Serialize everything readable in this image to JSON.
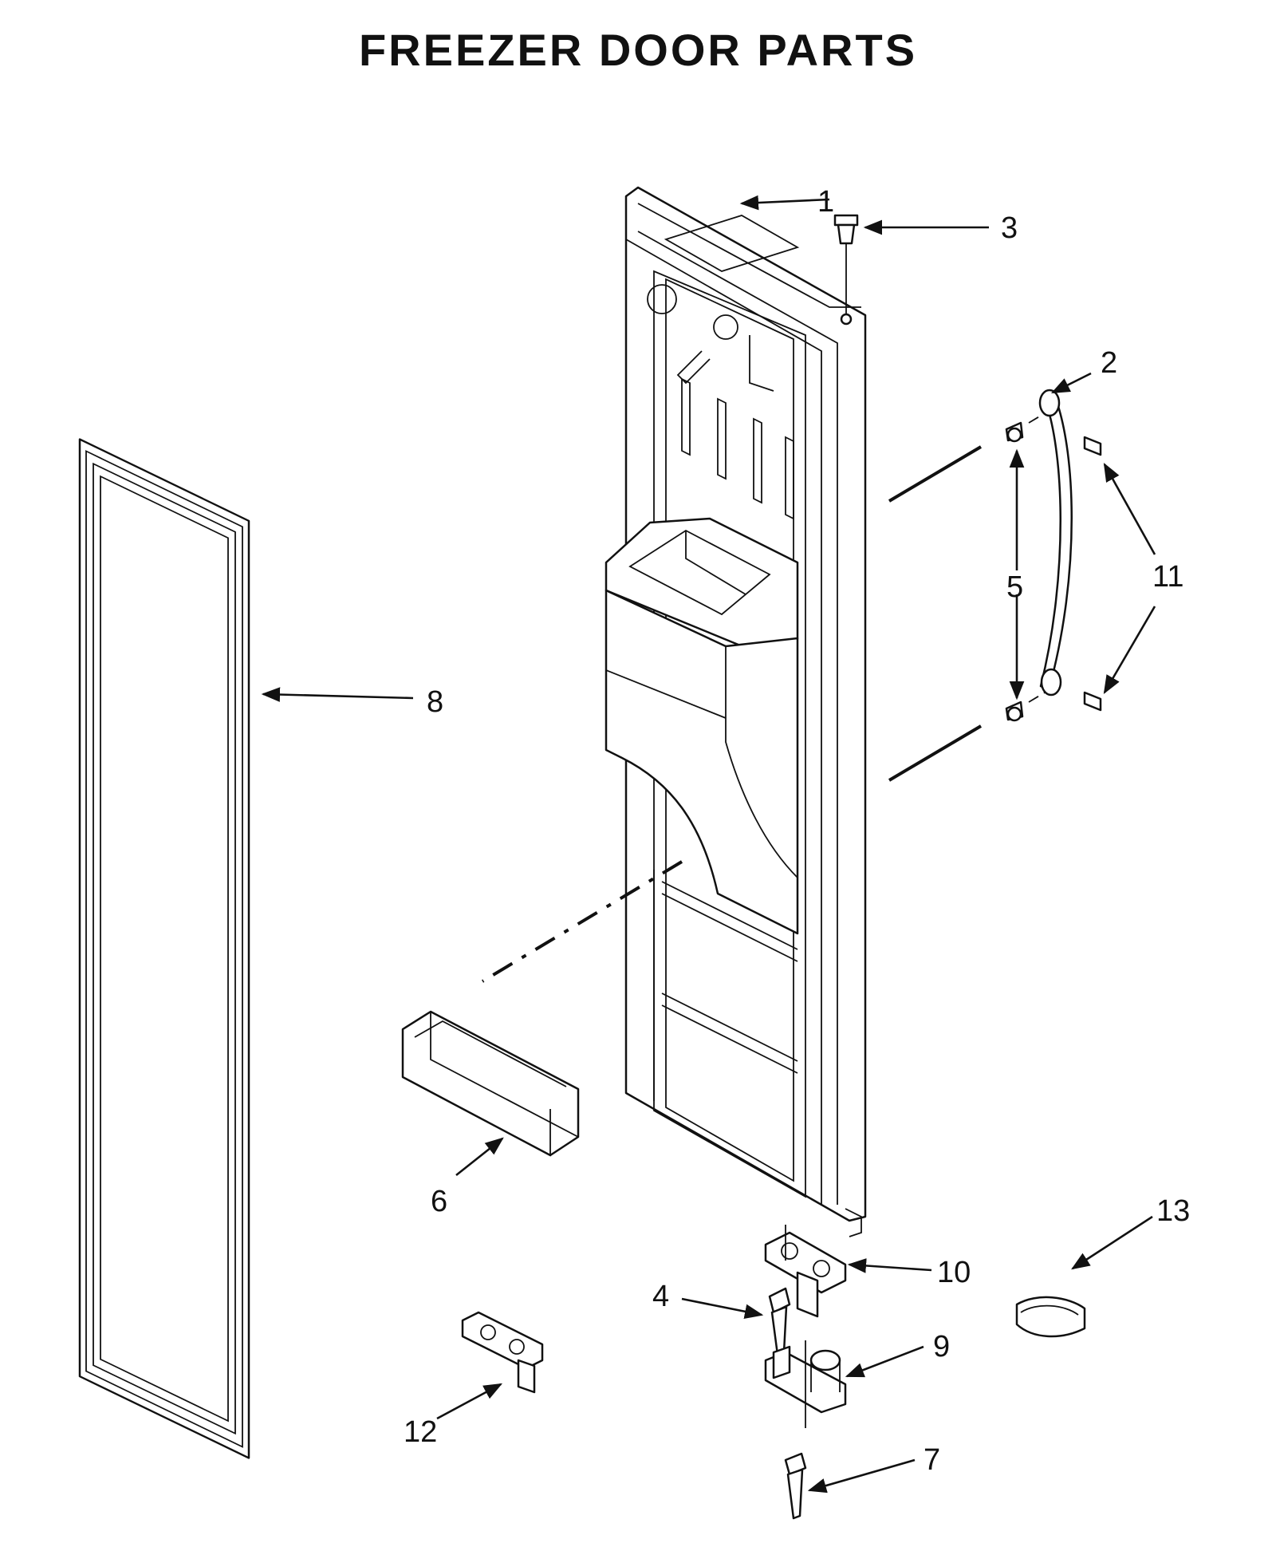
{
  "title": "FREEZER DOOR PARTS",
  "callouts": [
    "1",
    "2",
    "3",
    "4",
    "5",
    "6",
    "7",
    "8",
    "9",
    "10",
    "11",
    "12",
    "13"
  ]
}
